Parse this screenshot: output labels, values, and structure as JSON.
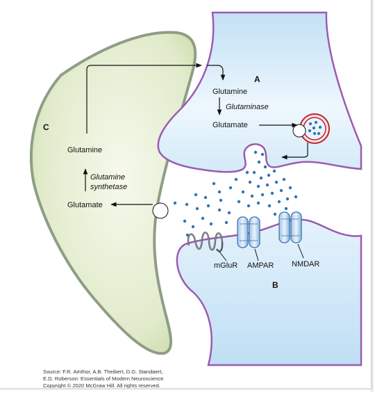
{
  "labels": {
    "astrocyte": "C",
    "presynaptic": "A",
    "postsynaptic": "B",
    "glutamine_neuron": "Glutamine",
    "glutaminase": "Glutaminase",
    "glutamate_neuron": "Glutamate",
    "glutamine_glia": "Glutamine",
    "glutamine_synthetase_1": "Glutamine",
    "glutamine_synthetase_2": "synthetase",
    "glutamate_glia": "Glutamate",
    "mglur": "mGluR",
    "ampar": "AMPAR",
    "nmdar": "NMDAR"
  },
  "source": {
    "line1": "Source: F.R. Amthor, A.B. Theibert, D.G. Standaert,",
    "line2": "E.D. Roberson: Essentials of Modern Neuroscience",
    "line3": "Copyright © 2020 McGraw Hill. All rights reserved."
  },
  "colors": {
    "astrocyte_fill": "#dde8c4",
    "neuron_fill": "#cfe6f6",
    "membrane": "#9b5bb0",
    "glutamate_dot": "#2f74b5",
    "vesicle_ring": "#c2212b"
  }
}
